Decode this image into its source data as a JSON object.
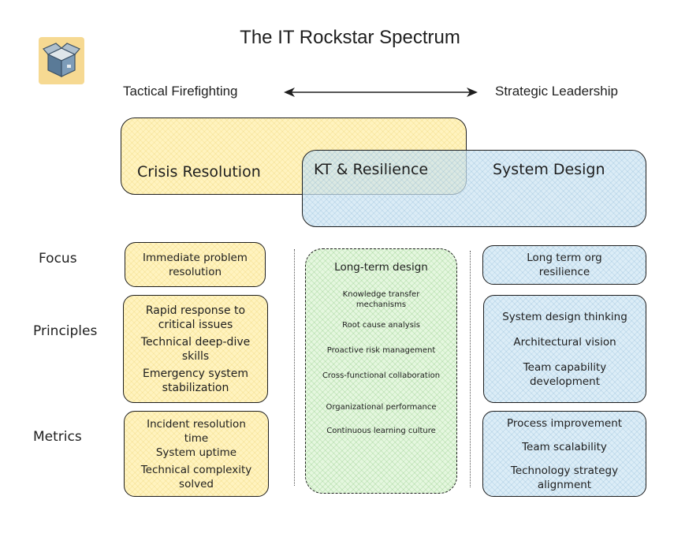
{
  "title": "The IT Rockstar Spectrum",
  "spectrum": {
    "left": "Tactical Firefighting",
    "right": "Strategic Leadership"
  },
  "zones": {
    "crisis": "Crisis Resolution",
    "kt": "KT & Resilience",
    "system": "System Design"
  },
  "rows": {
    "focus": "Focus",
    "principles": "Principles",
    "metrics": "Metrics"
  },
  "crisis": {
    "focus": "Immediate problem resolution",
    "principles": [
      "Rapid response to critical issues",
      "Technical deep-dive skills",
      "Emergency system stabilization"
    ],
    "metrics": [
      "Incident resolution time",
      "System uptime",
      "Technical complexity solved"
    ]
  },
  "kt": {
    "heading": "Long-term design",
    "items": [
      "Knowledge transfer mechanisms",
      "Root cause analysis",
      "Proactive risk management",
      "Cross-functional collaboration",
      "Organizational performance",
      "Continuous learning culture"
    ]
  },
  "system": {
    "focus": "Long term org resilience",
    "principles": [
      "System design thinking",
      "Architectural vision",
      "Team capability development"
    ],
    "metrics": [
      "Process improvement",
      "Team scalability",
      "Technology strategy alignment"
    ]
  },
  "colors": {
    "yellow": "#fff3bf",
    "blue": "#dcedf7",
    "green": "#e5f7df",
    "stroke": "#1e1e1e"
  },
  "icon": "open-box-icon"
}
